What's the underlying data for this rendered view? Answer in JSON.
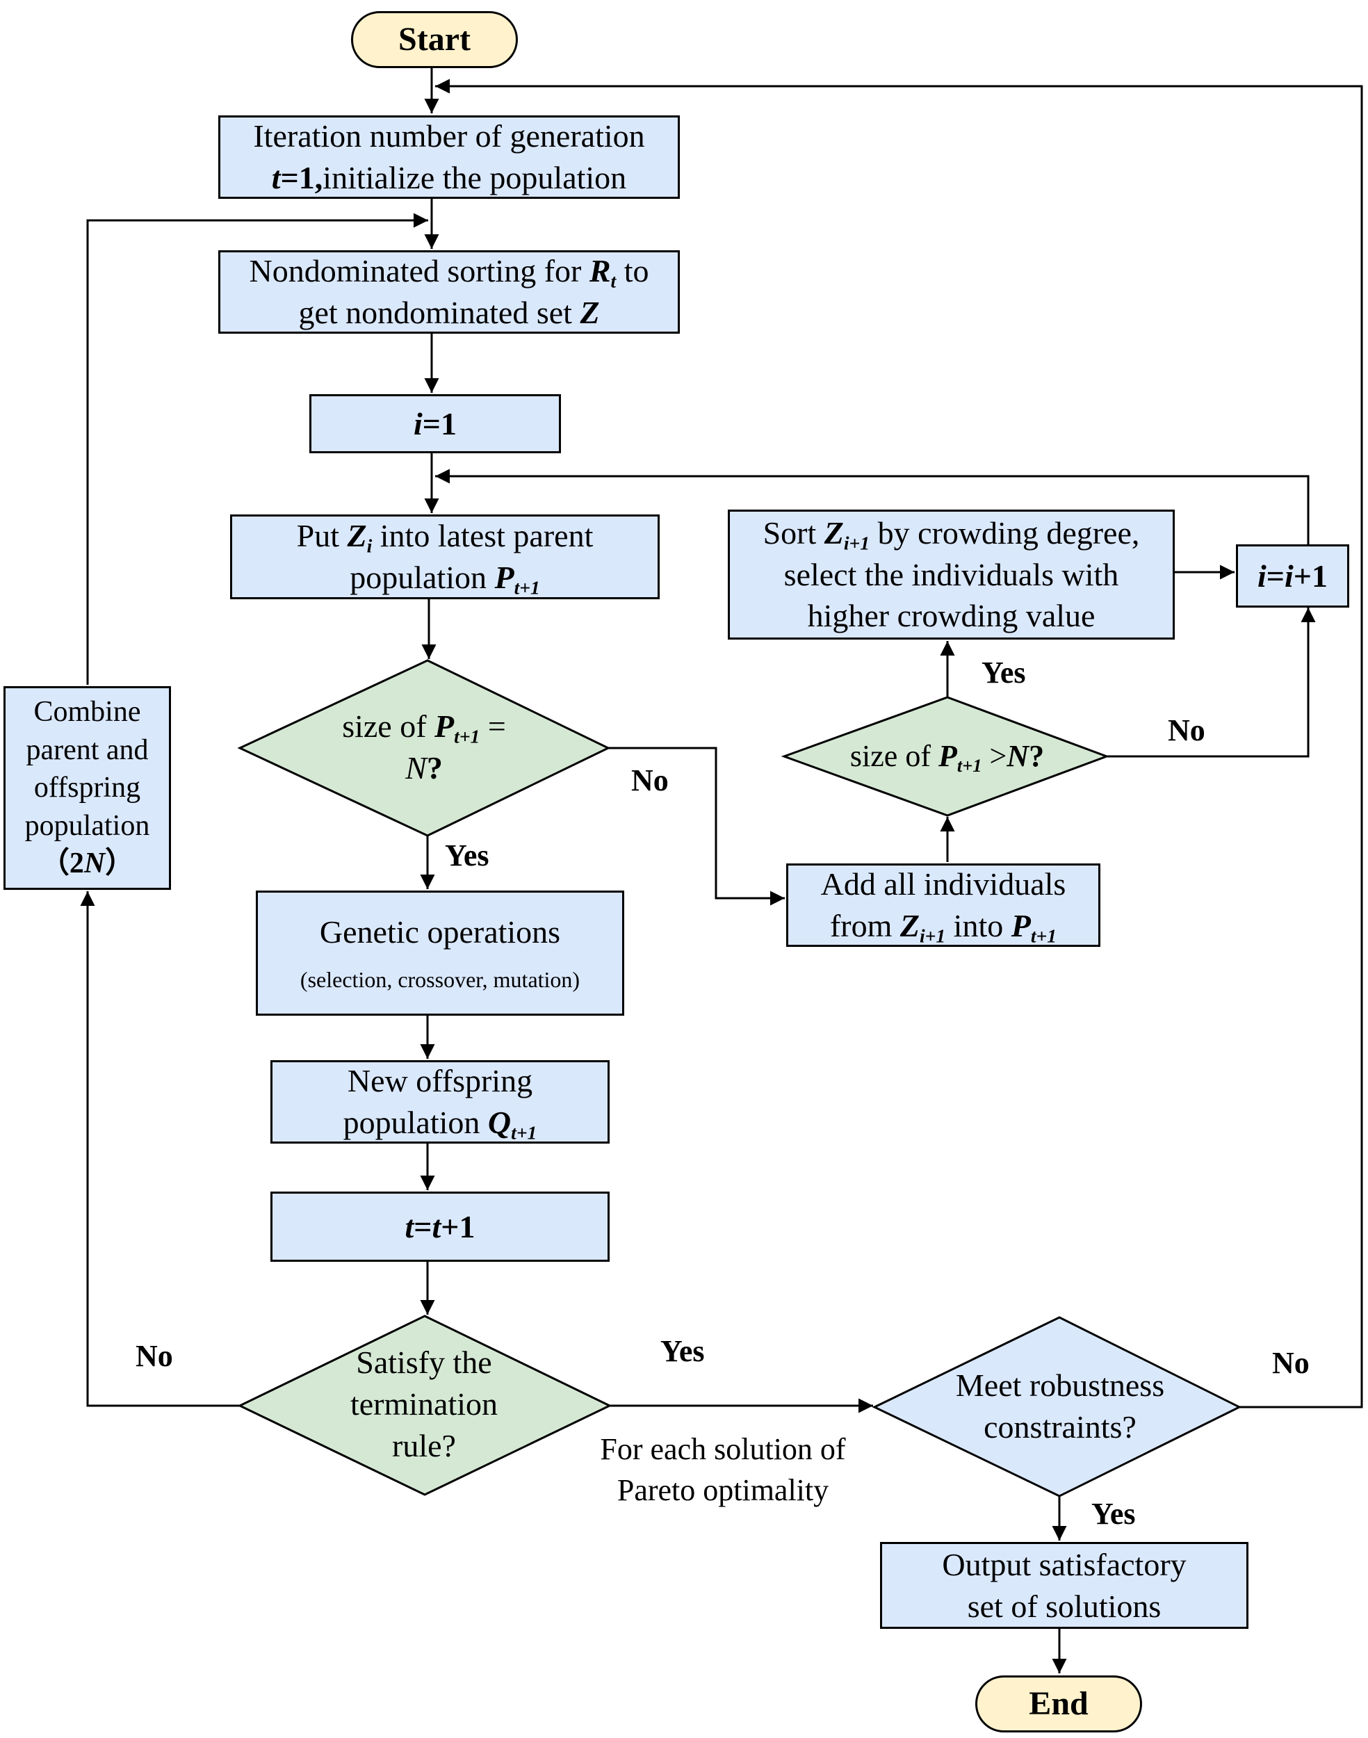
{
  "start": "Start",
  "end": "End",
  "init": {
    "line1": "Iteration number of generation",
    "t": "t",
    "eq1": "=1,",
    "rest": "initialize the population"
  },
  "nds": {
    "pre": "Nondominated sorting for ",
    "R": "R",
    "Rsub": "t",
    "post": " to",
    "line2": "get nondominated set ",
    "Z": "Z"
  },
  "i1": {
    "i": "i",
    "rest": "=1"
  },
  "put": {
    "pre": "Put ",
    "Z": "Z",
    "Zsub": "i",
    "post": " into latest parent",
    "line2": "population ",
    "P": "P",
    "Psub": "t+1"
  },
  "size_eq": {
    "pre": "size of ",
    "P": "P",
    "Psub": "t+1",
    "post": " =",
    "N": "N",
    "q": "?"
  },
  "genetic": {
    "title": "Genetic operations",
    "sub": "(selection, crossover, mutation)"
  },
  "offspring": {
    "line1": "New offspring",
    "line2": "population ",
    "Q": "Q",
    "Qsub": "t+1"
  },
  "tinc": {
    "t1": "t",
    "eq": "=",
    "t2": "t",
    "plus": "+1"
  },
  "term": {
    "line1": "Satisfy the",
    "line2": "termination",
    "line3": "rule?"
  },
  "combine": {
    "line1": "Combine",
    "line2": "parent and",
    "line3": "offspring",
    "line4": "population",
    "line5a": "（",
    "line5b": "2",
    "line5c": "N",
    "line5d": "）"
  },
  "add": {
    "line1": "Add all individuals",
    "from": "from ",
    "Z": "Z",
    "Zsub": "i+1",
    "into": " into ",
    "P": "P",
    "Psub": "t+1"
  },
  "size_gt": {
    "pre": "size of ",
    "P": "P",
    "Psub": "t+1",
    "mid": " >",
    "N": "N",
    "q": "?"
  },
  "sort": {
    "pre": "Sort ",
    "Z": "Z",
    "Zsub": "i+1",
    "post": "  by crowding degree,",
    "line2": "select the individuals with",
    "line3": "higher crowding value"
  },
  "iinc": {
    "i1": "i",
    "eq": "=",
    "i2": "i",
    "plus": "+1"
  },
  "robust": {
    "line1": "Meet robustness",
    "line2": "constraints?"
  },
  "output": {
    "line1": "Output satisfactory",
    "line2": "set of solutions"
  },
  "pareto_note": {
    "line1": "For each solution of",
    "line2": "Pareto optimality"
  },
  "labels": {
    "yes_size_eq": "Yes",
    "no_size_eq": "No",
    "yes_size_gt": "Yes",
    "no_size_gt": "No",
    "no_term": "No",
    "yes_term": "Yes",
    "no_robust": "No",
    "yes_robust": "Yes"
  },
  "colors": {
    "process_fill": "#dae8fc",
    "decision_green": "#d5e8d4",
    "decision_blue": "#dae8fc",
    "terminal_fill": "#fff2cc"
  }
}
